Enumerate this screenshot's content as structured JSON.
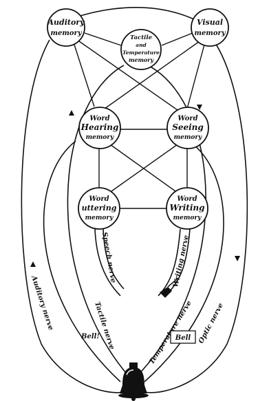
{
  "diagram": {
    "nodes": [
      {
        "id": "auditory",
        "lines": [
          "Auditory",
          "memory"
        ]
      },
      {
        "id": "tactile",
        "lines": [
          "Tactile",
          "and",
          "Temperature",
          "memory"
        ]
      },
      {
        "id": "visual",
        "lines": [
          "Visual",
          "memory"
        ]
      },
      {
        "id": "word-hearing",
        "lines": [
          "Word",
          "Hearing",
          "memory"
        ]
      },
      {
        "id": "word-seeing",
        "lines": [
          "Word",
          "Seeing",
          "memory"
        ]
      },
      {
        "id": "word-uttering",
        "lines": [
          "Word",
          "uttering",
          "memory"
        ]
      },
      {
        "id": "word-writing",
        "lines": [
          "Word",
          "Writing",
          "memory"
        ]
      }
    ],
    "labels": {
      "auditory_nerve": "Auditory nerve",
      "bell_exclaim": "Bell!",
      "tactile_nerve": "Tactile nerve",
      "temperature_nerve": "Temperature nerve",
      "bell_box": "Bell",
      "optic_nerve": "Optic nerve",
      "speech_nerve": "Speech nerve",
      "writing_nerve": "Writing nerve"
    },
    "colors": {
      "ink": "#111111",
      "paper": "#ffffff"
    },
    "bell_icon": "bell-icon"
  }
}
